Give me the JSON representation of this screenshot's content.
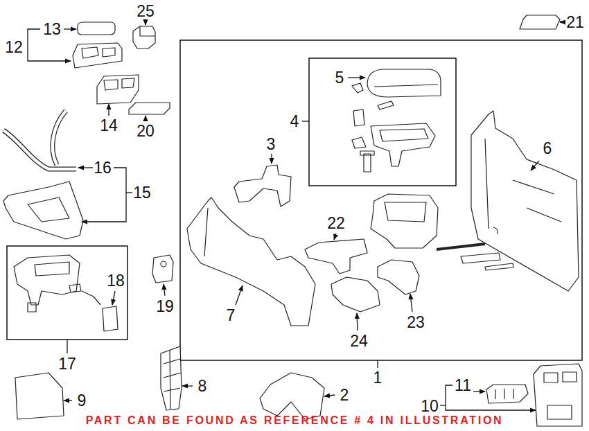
{
  "diagram": {
    "caption": "PART CAN BE FOUND AS REFERENCE # 4 IN ILLUSTRATION",
    "labels": [
      "13",
      "12",
      "25",
      "21",
      "5",
      "4",
      "3",
      "6",
      "14",
      "20",
      "16",
      "15",
      "22",
      "18",
      "7",
      "19",
      "23",
      "24",
      "1",
      "17",
      "8",
      "9",
      "2",
      "11",
      "10"
    ]
  }
}
